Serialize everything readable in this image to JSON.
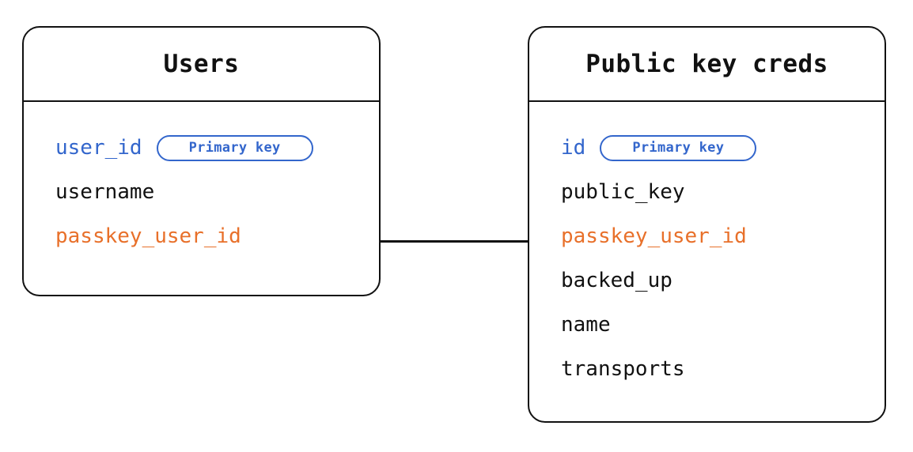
{
  "diagram": {
    "type": "entity-relationship-diagram",
    "background_color": "#ffffff",
    "colors": {
      "border": "#111111",
      "text": "#111111",
      "primary_key": "#3366cc",
      "foreign_key": "#e8702a"
    }
  },
  "entities": [
    {
      "id": "users",
      "title": "Users",
      "fields": [
        {
          "name": "user_id",
          "role": "primary",
          "badge": "Primary key"
        },
        {
          "name": "username",
          "role": "plain",
          "badge": null
        },
        {
          "name": "passkey_user_id",
          "role": "foreign",
          "badge": null
        }
      ]
    },
    {
      "id": "public-key-creds",
      "title": "Public key creds",
      "fields": [
        {
          "name": "id",
          "role": "primary",
          "badge": "Primary key"
        },
        {
          "name": "public_key",
          "role": "plain",
          "badge": null
        },
        {
          "name": "passkey_user_id",
          "role": "foreign",
          "badge": null
        },
        {
          "name": "backed_up",
          "role": "plain",
          "badge": null
        },
        {
          "name": "name",
          "role": "plain",
          "badge": null
        },
        {
          "name": "transports",
          "role": "plain",
          "badge": null
        }
      ]
    }
  ],
  "relationship": {
    "from": "users.passkey_user_id",
    "to": "public-key-creds.passkey_user_id"
  }
}
